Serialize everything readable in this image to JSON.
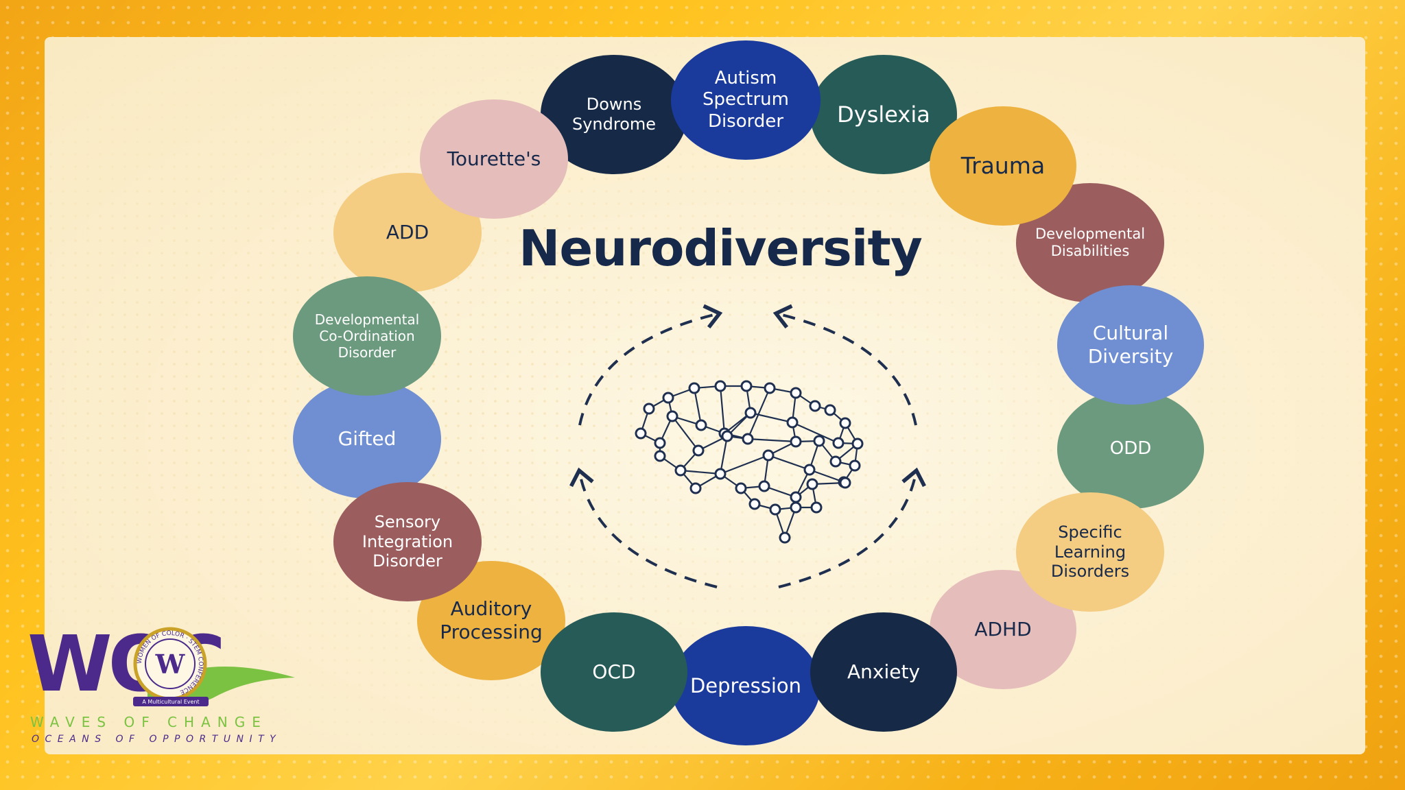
{
  "slide": {
    "title": "Neurodiversity",
    "bubbles": [
      {
        "label": "Downs\nSyndrome",
        "color": "#162a47",
        "text_color": "#ffffff"
      },
      {
        "label": "Autism\nSpectrum\nDisorder",
        "color": "#1a3a9c",
        "text_color": "#ffffff"
      },
      {
        "label": "Dyslexia",
        "color": "#275b58",
        "text_color": "#ffffff"
      },
      {
        "label": "Trauma",
        "color": "#eeb240",
        "text_color": "#17294a"
      },
      {
        "label": "Developmental\nDisabilities",
        "color": "#9b5d5e",
        "text_color": "#ffffff"
      },
      {
        "label": "Cultural\nDiversity",
        "color": "#6f8fd2",
        "text_color": "#ffffff"
      },
      {
        "label": "ODD",
        "color": "#6b9a7e",
        "text_color": "#ffffff"
      },
      {
        "label": "Specific\nLearning\nDisorders",
        "color": "#f4cc82",
        "text_color": "#17294a"
      },
      {
        "label": "ADHD",
        "color": "#e5bdbb",
        "text_color": "#17294a"
      },
      {
        "label": "Anxiety",
        "color": "#162a47",
        "text_color": "#ffffff"
      },
      {
        "label": "Depression",
        "color": "#1a3a9c",
        "text_color": "#ffffff"
      },
      {
        "label": "OCD",
        "color": "#275b58",
        "text_color": "#ffffff"
      },
      {
        "label": "Auditory\nProcessing",
        "color": "#eeb240",
        "text_color": "#17294a"
      },
      {
        "label": "Sensory\nIntegration\nDisorder",
        "color": "#9b5d5e",
        "text_color": "#ffffff"
      },
      {
        "label": "Gifted",
        "color": "#6f8fd2",
        "text_color": "#ffffff"
      },
      {
        "label": "Developmental\nCo-Ordination\nDisorder",
        "color": "#6b9a7e",
        "text_color": "#ffffff"
      },
      {
        "label": "ADD",
        "color": "#f4cc82",
        "text_color": "#17294a"
      },
      {
        "label": "Tourette's",
        "color": "#e5bdbb",
        "text_color": "#17294a"
      }
    ]
  },
  "logo": {
    "letters": "WOC",
    "ring_text": "WOMEN OF COLOR · STEM CONFERENCE",
    "badge": "A Multicultural Event",
    "tagline": "WAVES OF CHANGE",
    "subtagline": "OCEANS OF OPPORTUNITY"
  },
  "colors": {
    "title": "#17294a",
    "arrows": "#1f2f50",
    "logo_purple": "#4b2a8c",
    "logo_green": "#7cc242"
  }
}
